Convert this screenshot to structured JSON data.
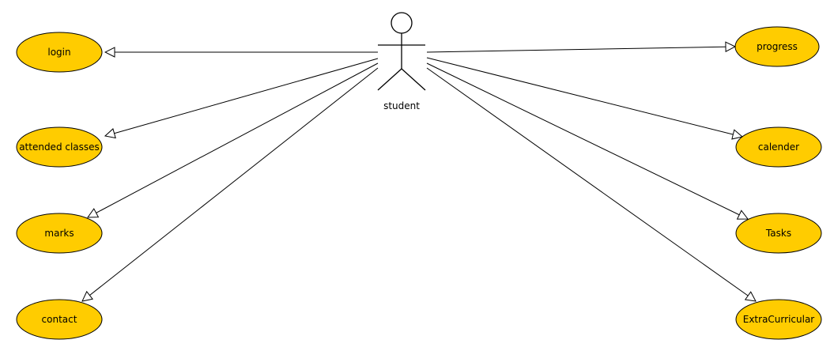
{
  "diagram": {
    "type": "use-case",
    "actor": {
      "name": "student",
      "icon": "stick-figure-icon"
    },
    "use_cases_left": [
      {
        "id": "login",
        "label": "login"
      },
      {
        "id": "attended-classes",
        "label": "attended classes"
      },
      {
        "id": "marks",
        "label": "marks"
      },
      {
        "id": "contact",
        "label": "contact"
      }
    ],
    "use_cases_right": [
      {
        "id": "progress",
        "label": "progress"
      },
      {
        "id": "calender",
        "label": "calender"
      },
      {
        "id": "tasks",
        "label": "Tasks"
      },
      {
        "id": "extracurricular",
        "label": "ExtraCurricular"
      }
    ],
    "relationship": "directed association (hollow triangle arrowhead) from student to each use case"
  },
  "colors": {
    "use_case_fill": "#FFCC00",
    "use_case_stroke": "#000000",
    "line": "#000000",
    "background": "#FFFFFF"
  }
}
